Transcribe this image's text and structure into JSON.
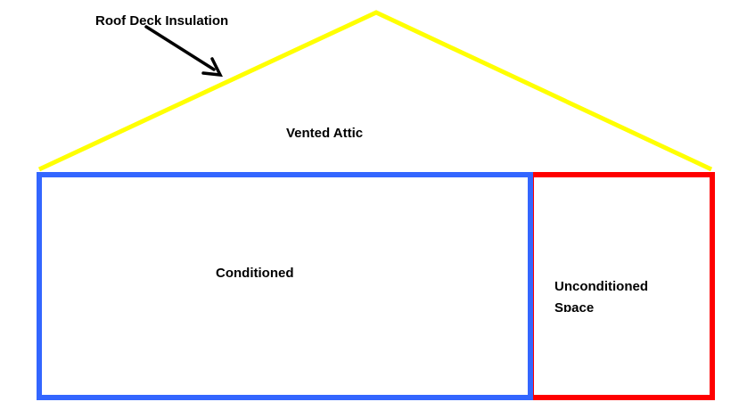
{
  "labels": {
    "roof_insulation": "Roof Deck Insulation",
    "attic": "Vented Attic",
    "conditioned": "Conditioned",
    "unconditioned_line1": "Unconditioned",
    "unconditioned_line2": "Space"
  },
  "colors": {
    "roof": "#ffff00",
    "conditioned": "#3366ff",
    "unconditioned": "#ff0000",
    "arrow": "#000000"
  },
  "icons": {
    "pointer": "arrow-icon"
  }
}
